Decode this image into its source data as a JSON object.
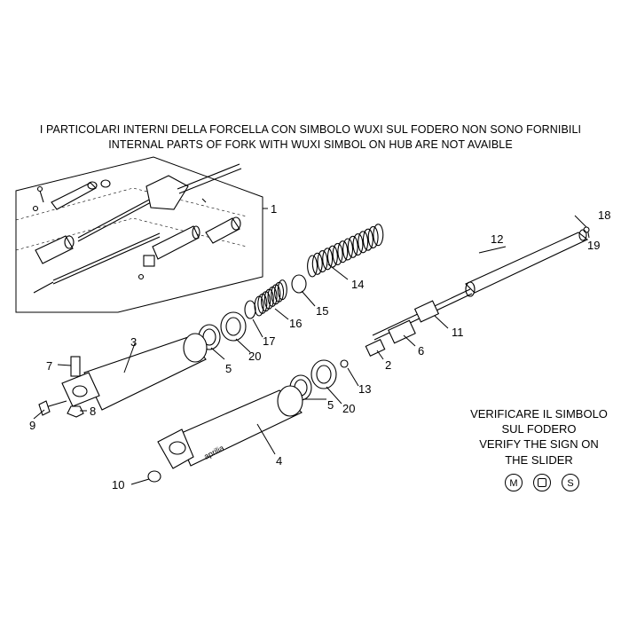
{
  "header": {
    "line1": "I PARTICOLARI INTERNI DELLA FORCELLA CON SIMBOLO WUXI SUL FODERO NON SONO FORNIBILI",
    "line2": "INTERNAL PARTS OF FORK WITH WUXI SIMBOL ON HUB ARE NOT AVAIBLE"
  },
  "note": {
    "line1": "VERIFICARE IL SIMBOLO",
    "line2": "SUL FODERO",
    "line3": "VERIFY THE SIGN ON",
    "line4": "THE SLIDER"
  },
  "symbols": {
    "m": "M",
    "square": "",
    "s": "S"
  },
  "slider_brand": "aprilia",
  "callouts": [
    "1",
    "2",
    "3",
    "4",
    "5",
    "5",
    "6",
    "7",
    "8",
    "9",
    "10",
    "11",
    "12",
    "13",
    "14",
    "15",
    "16",
    "17",
    "18",
    "19",
    "20",
    "20"
  ]
}
